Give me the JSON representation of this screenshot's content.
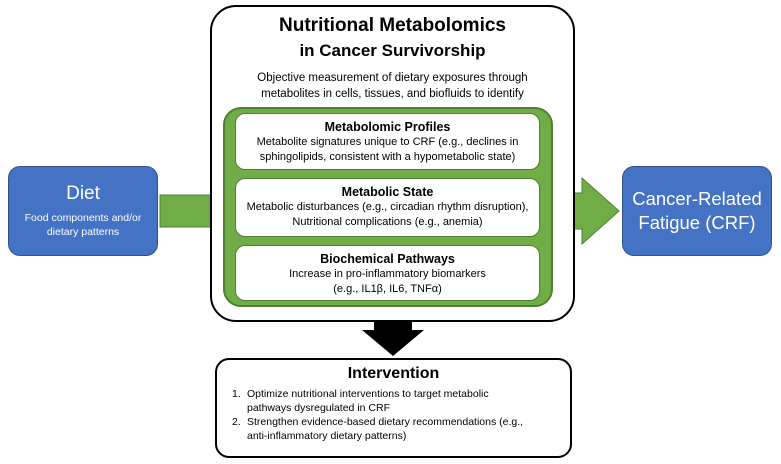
{
  "main": {
    "title": "Nutritional Metabolomics",
    "subtitle": "in Cancer Survivorship",
    "description": "Objective measurement of dietary exposures through metabolites in cells, tissues, and biofluids to identify"
  },
  "boxes": [
    {
      "heading": "Metabolomic Profiles",
      "lines": [
        "Metabolite signatures unique to CRF (e.g., declines in",
        "sphingolipids, consistent with a hypometabolic state)"
      ]
    },
    {
      "heading": "Metabolic State",
      "lines": [
        "Metabolic disturbances (e.g., circadian rhythm disruption),",
        "Nutritional complications (e.g., anemia)"
      ]
    },
    {
      "heading": "Biochemical Pathways",
      "lines": [
        "Increase in pro-inflammatory biomarkers",
        "(e.g., IL1β, IL6, TNFα)"
      ]
    }
  ],
  "diet": {
    "title": "Diet",
    "text_line1": "Food components and/or",
    "text_line2": "dietary patterns"
  },
  "crf": {
    "line1": "Cancer-Related",
    "line2": "Fatigue (CRF)"
  },
  "intervention": {
    "title": "Intervention",
    "items": [
      {
        "num": "1.",
        "line1": "Optimize nutritional interventions to target metabolic",
        "line2": "pathways dysregulated in CRF"
      },
      {
        "num": "2.",
        "line1": "Strengthen evidence-based dietary recommendations (e.g.,",
        "line2": "anti-inflammatory dietary patterns)"
      }
    ]
  },
  "colors": {
    "green": "#70ad47",
    "green_border": "#507e32",
    "blue": "#4472c4",
    "blue_border": "#2f528f",
    "arrow_black": "#000000"
  }
}
